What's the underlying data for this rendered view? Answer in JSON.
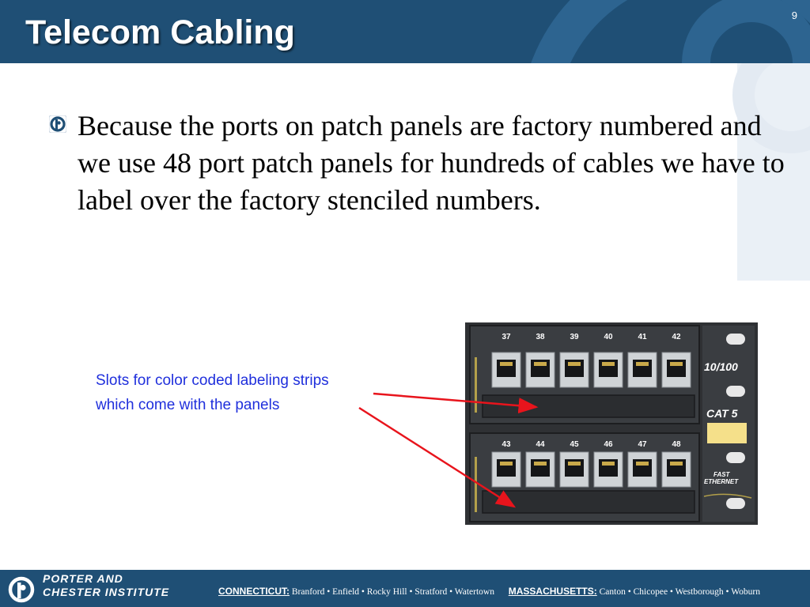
{
  "slide": {
    "title": "Telecom Cabling",
    "number": "9"
  },
  "bullet": {
    "icon": "porter-chester-logo-icon",
    "text": "Because the ports on patch panels are factory numbered and we use 48 port patch panels for hundreds of cables we have to label over the factory stenciled numbers."
  },
  "annotation": {
    "line1": "Slots for color coded labeling strips",
    "line2": "which come with the panels"
  },
  "photo": {
    "top_row_ports": [
      "37",
      "38",
      "39",
      "40",
      "41",
      "42"
    ],
    "bottom_row_ports": [
      "43",
      "44",
      "45",
      "46",
      "47",
      "48"
    ],
    "label_speed": "10/100",
    "label_cat": "CAT 5",
    "label_fast": "FAST",
    "label_ethernet": "ETHERNET"
  },
  "footer": {
    "logo_line1": "PORTER AND",
    "logo_line2": "CHESTER INSTITUTE",
    "state1": "CONNECTICUT:",
    "state1_cities": "Branford • Enfield • Rocky Hill • Stratford • Watertown",
    "state2": "MASSACHUSETTS:",
    "state2_cities": "Canton • Chicopee • Westborough • Woburn"
  },
  "colors": {
    "brand_blue": "#1f4f75",
    "annotation_text": "#1f2fdc",
    "arrow": "#e8141c"
  }
}
